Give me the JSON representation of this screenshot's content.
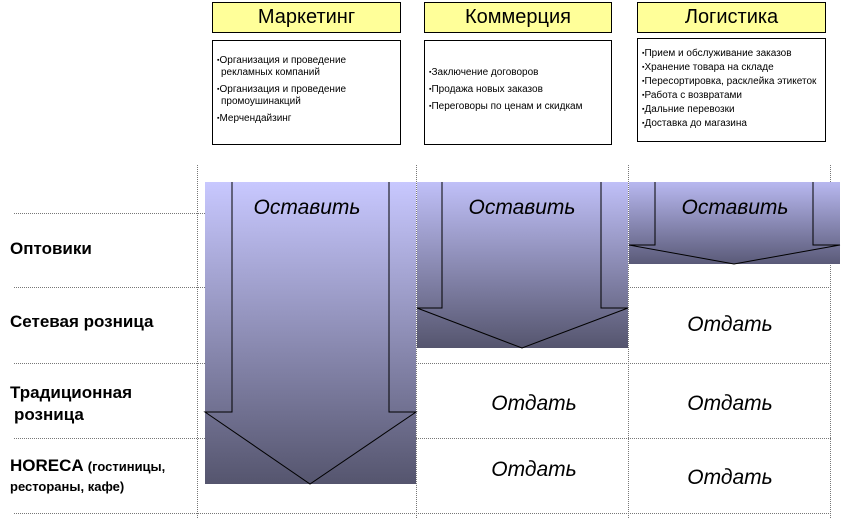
{
  "functions": [
    {
      "title": "Маркетинг",
      "tasks": [
        "Организация и проведение рекламных компаний",
        "Организация и проведение промоушинакций",
        "Мерчендайзинг"
      ]
    },
    {
      "title": "Коммерция",
      "tasks": [
        "Заключение договоров",
        "Продажа новых заказов",
        "Переговоры по ценам и скидкам"
      ]
    },
    {
      "title": "Логистика",
      "tasks": [
        "Прием и обслуживание заказов",
        "Хранение товара на складе",
        "Пересортировка, расклейка этикеток",
        "Работа с возвратами",
        "Дальние перевозки",
        "Доставка до магазина"
      ]
    }
  ],
  "channels": [
    {
      "label": "Оптовики"
    },
    {
      "label": "Сетевая розница"
    },
    {
      "label_line1": "Традиционная",
      "label_line2": "розница"
    },
    {
      "label_main": "HORECA",
      "label_note1": "(гостиницы,",
      "label_note2": "рестораны, кафе)"
    }
  ],
  "actions": {
    "keep": "Оставить",
    "give": "Отдать"
  },
  "matrix": [
    {
      "function": "Маркетинг",
      "keep_rows": [
        "Оптовики",
        "Сетевая розница",
        "Традиционная розница",
        "HORECA"
      ],
      "give_rows": []
    },
    {
      "function": "Коммерция",
      "keep_rows": [
        "Оптовики",
        "Сетевая розница"
      ],
      "give_rows": [
        "Традиционная розница",
        "HORECA"
      ]
    },
    {
      "function": "Логистика",
      "keep_rows": [
        "Оптовики"
      ],
      "give_rows": [
        "Сетевая розница",
        "Традиционная розница",
        "HORECA"
      ]
    }
  ],
  "colors": {
    "header_fill": "#ffff99",
    "arrow_top": "#c8c8ff",
    "arrow_bottom": "#55556e"
  }
}
